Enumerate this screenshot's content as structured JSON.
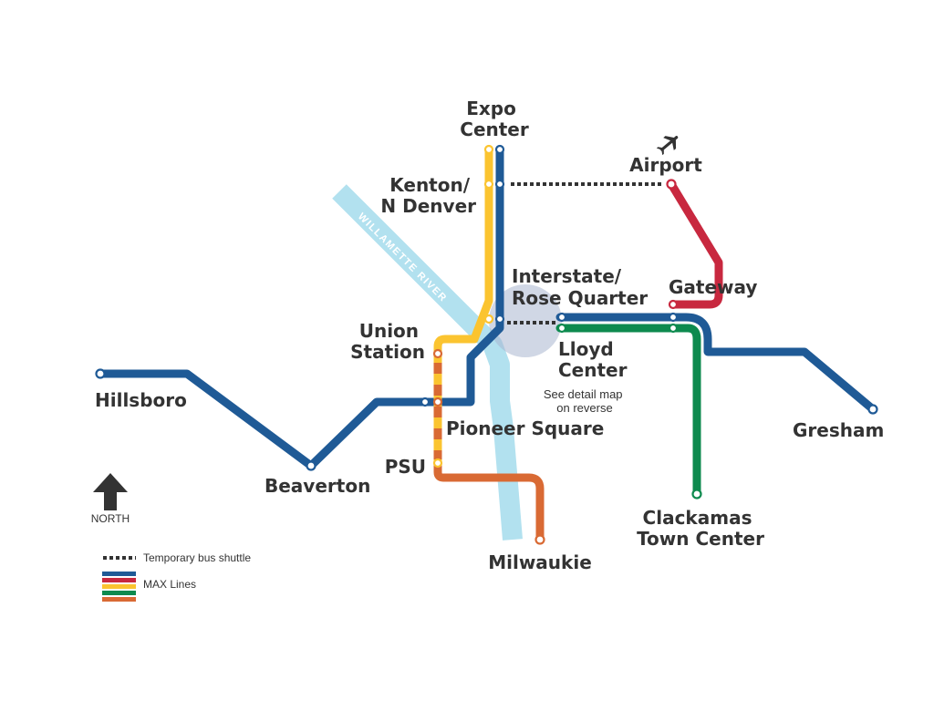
{
  "colors": {
    "blue": "#1f5a96",
    "yellow": "#fbc430",
    "red": "#c8283f",
    "green": "#0d8a4e",
    "orange": "#d96a34",
    "river": "#b2e1ef",
    "shuttle": "#333333",
    "text": "#333333"
  },
  "stations": {
    "expo_center": [
      "Expo",
      "Center"
    ],
    "kenton": [
      "Kenton/",
      "N Denver"
    ],
    "airport": "Airport",
    "interstate": [
      "Interstate/",
      "Rose Quarter"
    ],
    "gateway": "Gateway",
    "union_station": [
      "Union",
      "Station"
    ],
    "lloyd_center": [
      "Lloyd",
      "Center"
    ],
    "hillsboro": "Hillsboro",
    "pioneer_square": "Pioneer Square",
    "gresham": "Gresham",
    "psu": "PSU",
    "beaverton": "Beaverton",
    "clackamas": [
      "Clackamas",
      "Town Center"
    ],
    "milwaukie": "Milwaukie"
  },
  "river_label": "WILLAMETTE RIVER",
  "detail_note": [
    "See detail map",
    "on reverse"
  ],
  "north_label": "NORTH",
  "legend": {
    "shuttle": "Temporary bus shuttle",
    "max": "MAX Lines"
  },
  "icons": {
    "airport": "airplane-icon",
    "north": "north-arrow-icon"
  }
}
